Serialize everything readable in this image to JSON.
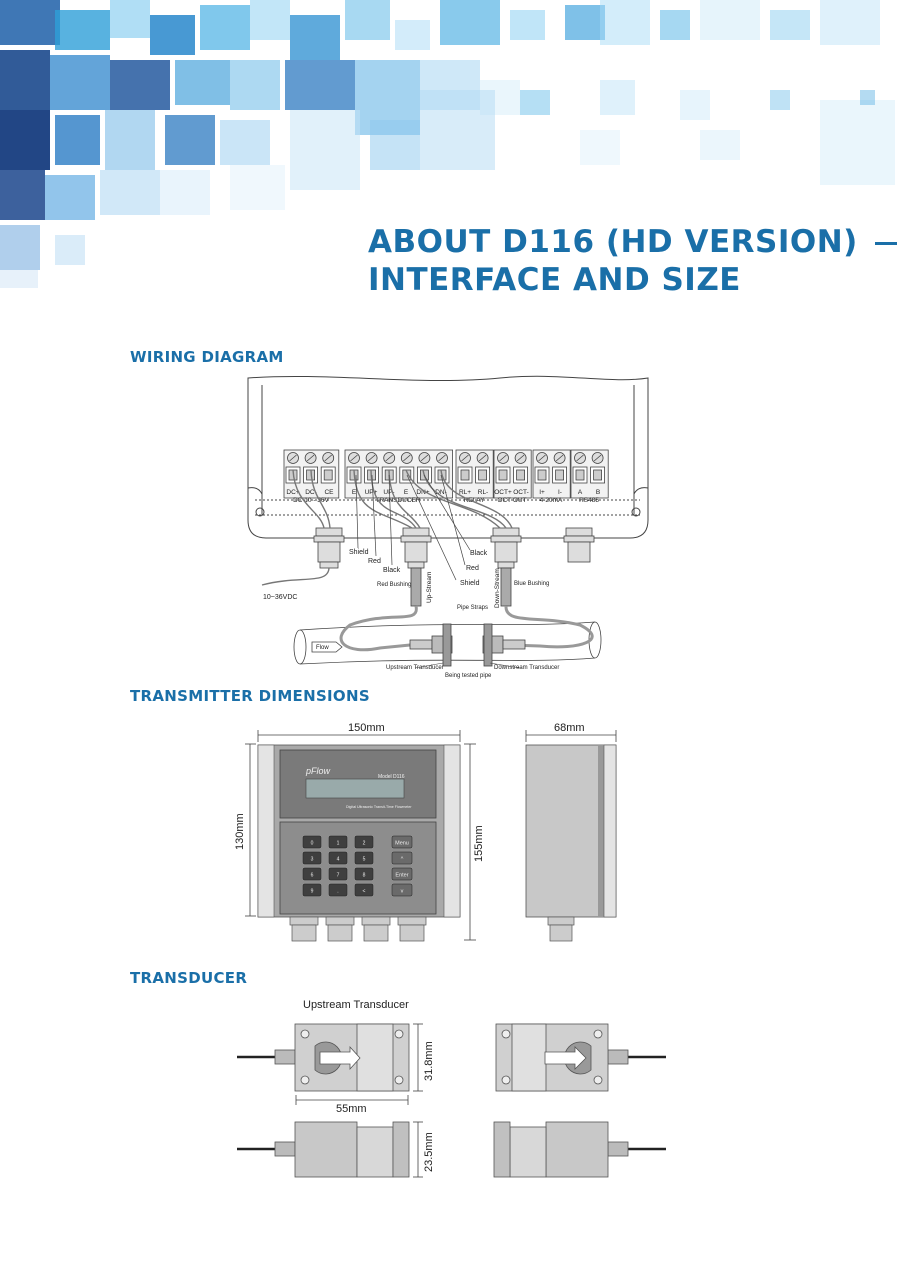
{
  "header": {
    "title_line1": "ABOUT  D116  (HD VERSION)",
    "title_line2": "INTERFACE AND SIZE",
    "accent_color": "#1a6fa8"
  },
  "sections": {
    "wiring": "WIRING DIAGRAM",
    "dimensions": "TRANSMITTER DIMENSIONS",
    "transducer": "TRANSDUCER"
  },
  "wiring": {
    "terminals_power": [
      "DC+",
      "DC-",
      "CE"
    ],
    "power_group": "DC  10 - 36V",
    "terminals_transducer": [
      "E",
      "UP+",
      "UP-",
      "E",
      "DN+",
      "DN-"
    ],
    "transducer_group": "TRANSDUCER",
    "terminals_relay": [
      "RL+",
      "RL-"
    ],
    "relay_group": "RELAY",
    "terminals_oct": [
      "OCT+",
      "OCT-"
    ],
    "oct_group": "OCT   OUT",
    "terminals_current": [
      "I+",
      "I-"
    ],
    "current_group": "4-20mA",
    "terminals_rs485": [
      "A",
      "B"
    ],
    "rs485_group": "RS485",
    "labels": {
      "shield_left": "Shield",
      "red_left": "Red",
      "black_left": "Black",
      "red_bushing": "Red Bushing",
      "up_stream": "Up-Stream",
      "black_right": "Black",
      "red_right": "Red",
      "shield_right": "Shield",
      "down_stream": "Down-Stream",
      "blue_bushing": "Blue Bushing",
      "power_supply": "10~36VDC",
      "pipe_straps": "Pipe Straps",
      "flow": "Flow",
      "upstream_transducer": "Upstream Transducer",
      "downstream_transducer": "Downstream Transducer",
      "pipe": "Being tested pipe"
    }
  },
  "dimensions": {
    "width": "150mm",
    "height": "130mm",
    "total_height": "155mm",
    "depth": "68mm",
    "brand": "pFlow",
    "model": "Model D116",
    "product_line": "Digital Ultrasonic Transit-Time Flowmeter",
    "keypad": [
      [
        "0",
        "1",
        "2",
        "Menu"
      ],
      [
        "3",
        "4",
        "5",
        "^"
      ],
      [
        "6",
        "7",
        "8",
        "Enter"
      ],
      [
        "9",
        ".",
        "<",
        "v"
      ]
    ]
  },
  "transducer": {
    "caption": "Upstream Transducer",
    "length": "55mm",
    "height": "31.8mm",
    "thickness": "23.5mm"
  }
}
